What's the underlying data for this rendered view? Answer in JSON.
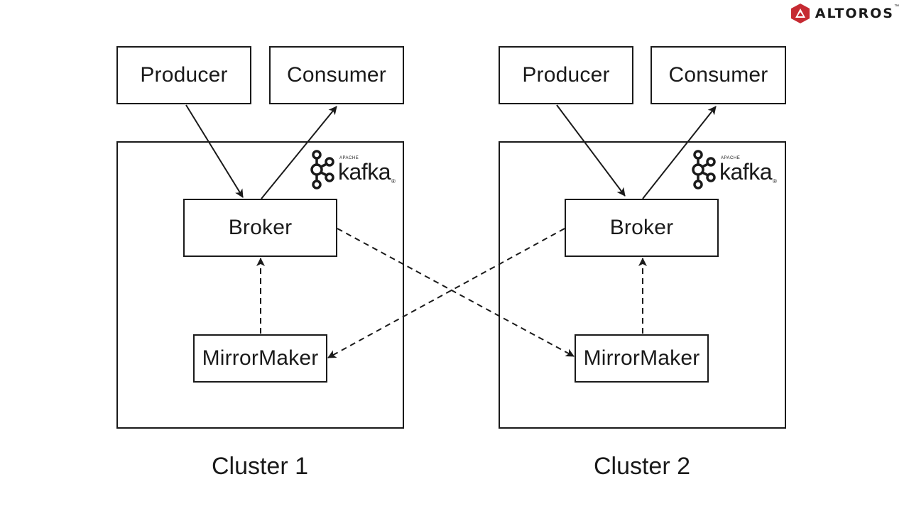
{
  "brand": {
    "name": "ALTOROS",
    "trademark": "™",
    "color": "#c62a32"
  },
  "kafka_logo": {
    "apache": "APACHE",
    "name": "kafka",
    "registered": "®"
  },
  "clusters": [
    {
      "label": "Cluster 1",
      "producer": "Producer",
      "consumer": "Consumer",
      "broker": "Broker",
      "mirrormaker": "MirrorMaker"
    },
    {
      "label": "Cluster 2",
      "producer": "Producer",
      "consumer": "Consumer",
      "broker": "Broker",
      "mirrormaker": "MirrorMaker"
    }
  ]
}
